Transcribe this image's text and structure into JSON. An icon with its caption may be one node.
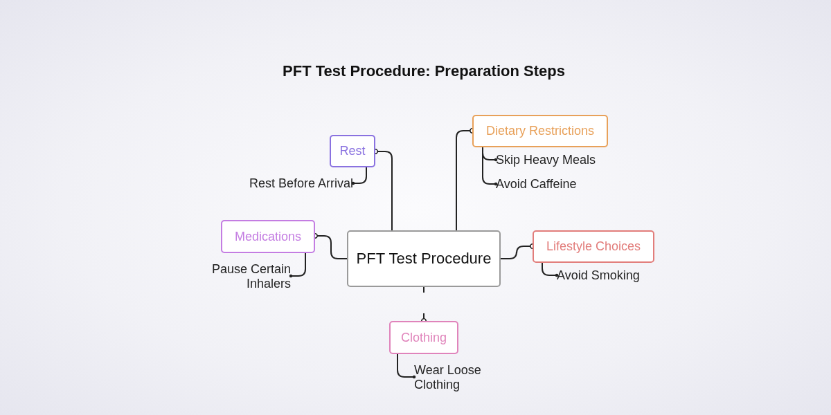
{
  "diagram": {
    "title": "PFT Test Procedure: Preparation Steps",
    "nodes": [
      {
        "text": [
          "PFT Test Procedure"
        ]
      },
      {
        "text": [
          "Rest"
        ]
      },
      {
        "text": [
          "Rest Before Arrival"
        ]
      },
      {
        "text": [
          "Dietary Restrictions"
        ]
      },
      {
        "text": [
          "Skip Heavy Meals"
        ]
      },
      {
        "text": [
          "Avoid Caffeine"
        ]
      },
      {
        "text": [
          "Medications"
        ]
      },
      {
        "text": [
          "Pause Certain Inhalers"
        ]
      },
      {
        "text": [
          "Lifestyle Choices"
        ]
      },
      {
        "text": [
          "Avoid Smoking"
        ]
      },
      {
        "text": [
          "Clothing"
        ]
      },
      {
        "text": [
          "Wear Loose Clothing"
        ]
      }
    ],
    "edges": [
      {
        "from": 0,
        "to": 1,
        "arrow": "other"
      },
      {
        "from": 1,
        "to": 2,
        "arrow": "other"
      },
      {
        "from": 0,
        "to": 3,
        "arrow": "other"
      },
      {
        "from": 3,
        "to": 4,
        "arrow": "other"
      },
      {
        "from": 3,
        "to": 5,
        "arrow": "other"
      },
      {
        "from": 0,
        "to": 6,
        "arrow": "other"
      },
      {
        "from": 6,
        "to": 7,
        "arrow": "other"
      },
      {
        "from": 0,
        "to": 8,
        "arrow": "other"
      },
      {
        "from": 8,
        "to": 9,
        "arrow": "other"
      },
      {
        "from": 0,
        "to": 10,
        "arrow": "other",
        "style": "dashed"
      },
      {
        "from": 10,
        "to": 11,
        "arrow": "other"
      }
    ]
  }
}
